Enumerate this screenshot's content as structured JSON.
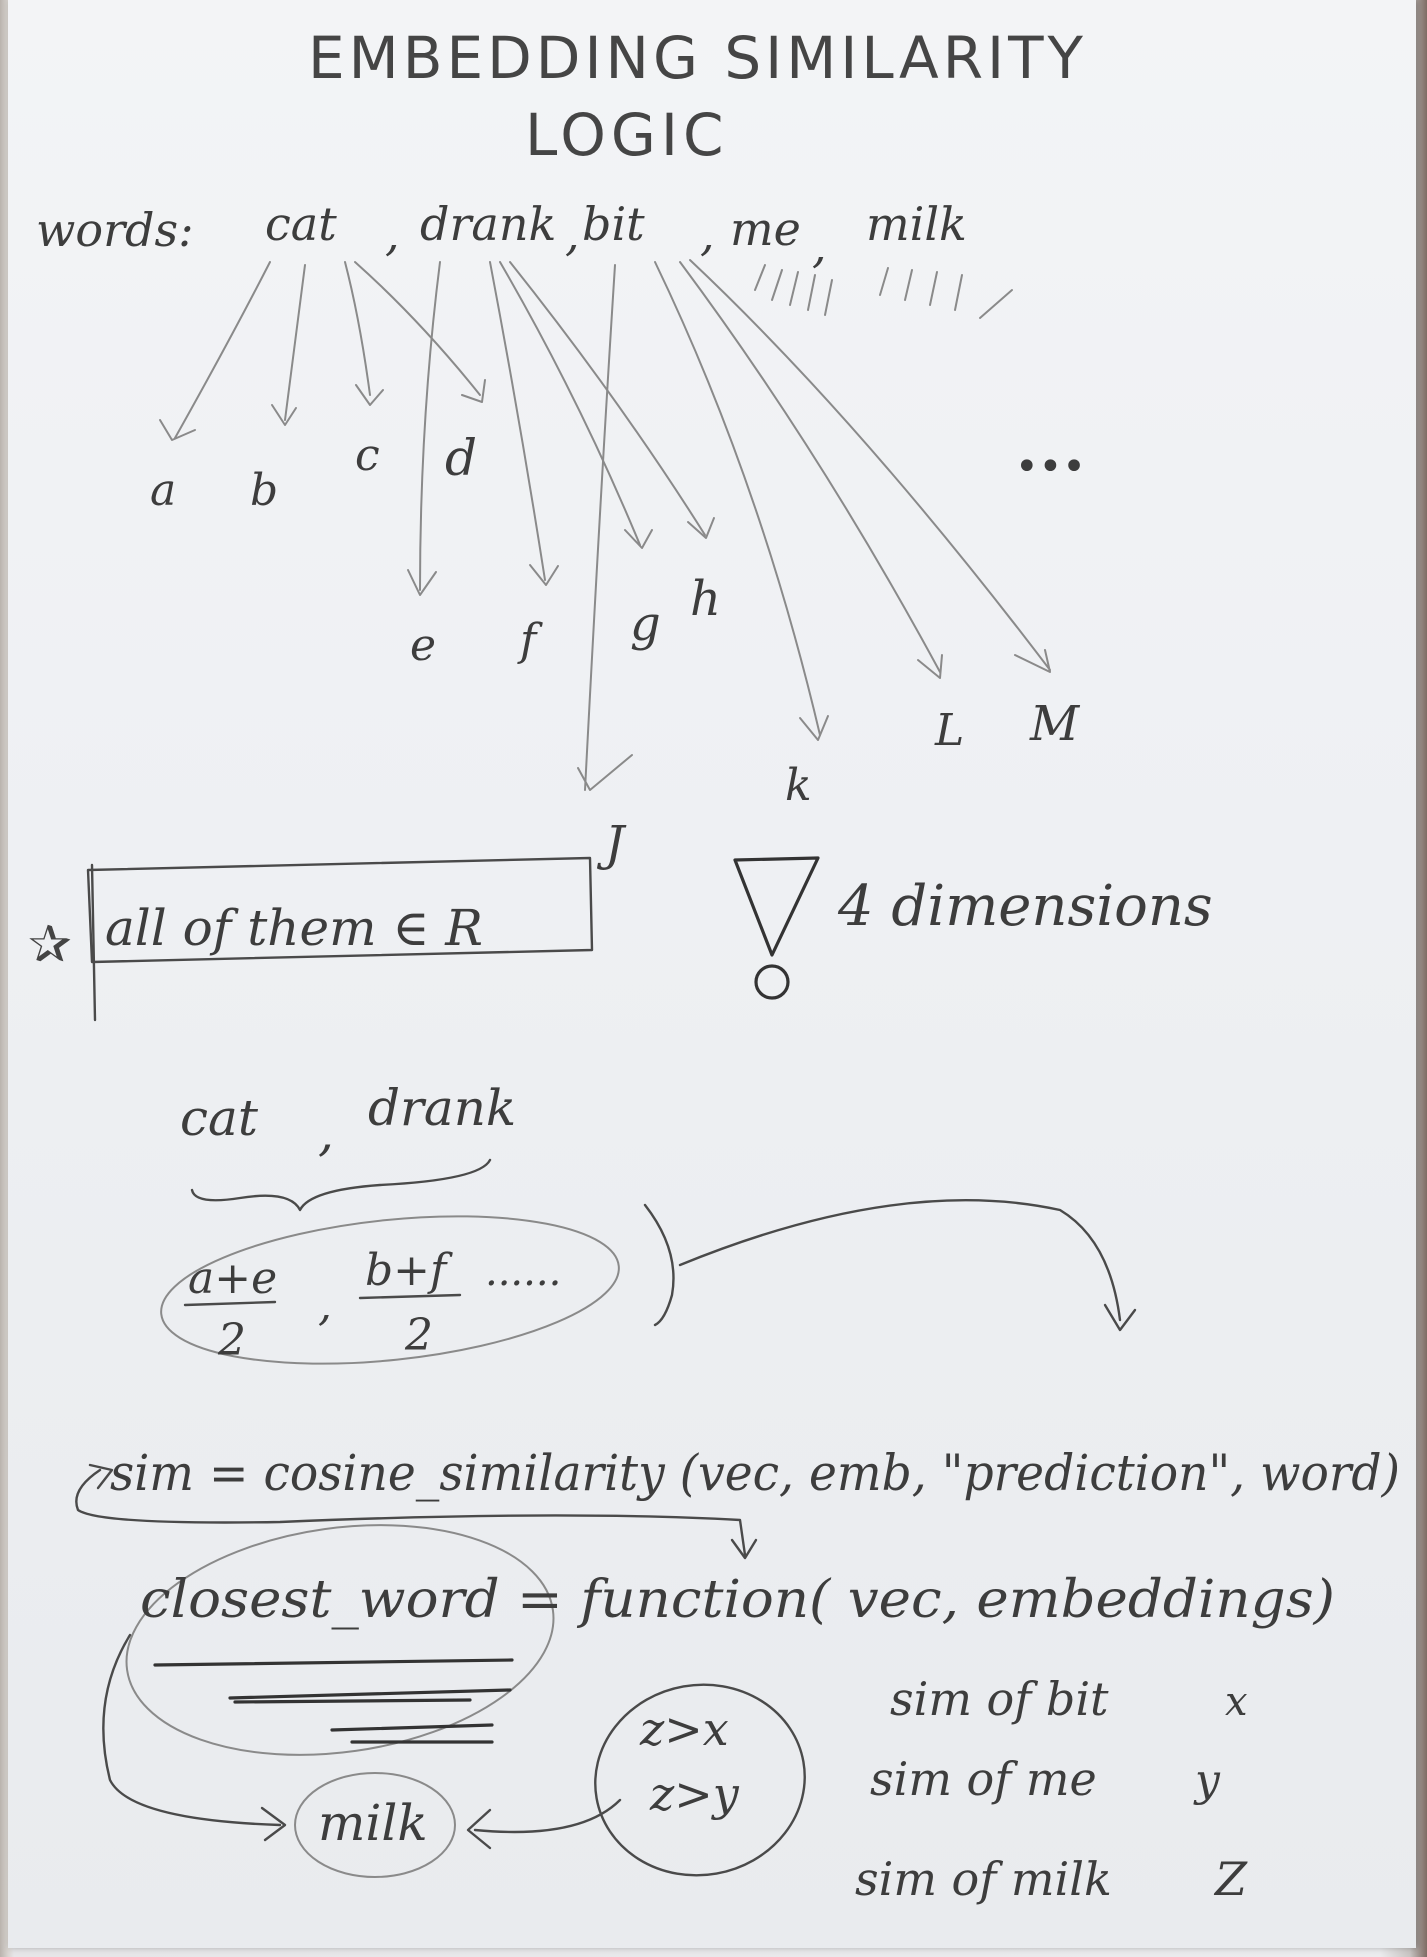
{
  "title_line1": "EMBEDDING SIMILARITY",
  "title_line2": "LOGIC",
  "words_label": "words:",
  "words": [
    "cat",
    "drank",
    "bit",
    "me",
    "milk"
  ],
  "separator": ",",
  "dimensions": [
    {
      "id": "a",
      "label": "a"
    },
    {
      "id": "b",
      "label": "b"
    },
    {
      "id": "c",
      "label": "c"
    },
    {
      "id": "d",
      "label": "d"
    },
    {
      "id": "e",
      "label": "e"
    },
    {
      "id": "f",
      "label": "f"
    },
    {
      "id": "g",
      "label": "g"
    },
    {
      "id": "h",
      "label": "h"
    },
    {
      "id": "j",
      "label": "J"
    },
    {
      "id": "k",
      "label": "k"
    },
    {
      "id": "l",
      "label": "L"
    },
    {
      "id": "m",
      "label": "M"
    }
  ],
  "ellipsis": "•••",
  "real_box_text": "all of them ∈ R",
  "star": "✰",
  "dimensions_note": "4 dimensions",
  "pair": {
    "word1": "cat",
    "comma": ",",
    "word2": "drank"
  },
  "averages": [
    {
      "num": "a+e",
      "den": "2"
    },
    {
      "num": "b+f",
      "den": "2"
    }
  ],
  "averages_comma": ",",
  "averages_tail": "......",
  "sim_line": "sim = cosine_similarity (vec, emb, \"prediction\", word)",
  "closest_line": "closest_word = function( vec, embeddings)",
  "result_word": "milk",
  "comparisons": [
    "z>x",
    "z>y"
  ],
  "sims": [
    {
      "text": "sim of bit",
      "var": "x"
    },
    {
      "text": "sim of me",
      "var": "y"
    },
    {
      "text": "sim of milk",
      "var": "Z"
    }
  ]
}
